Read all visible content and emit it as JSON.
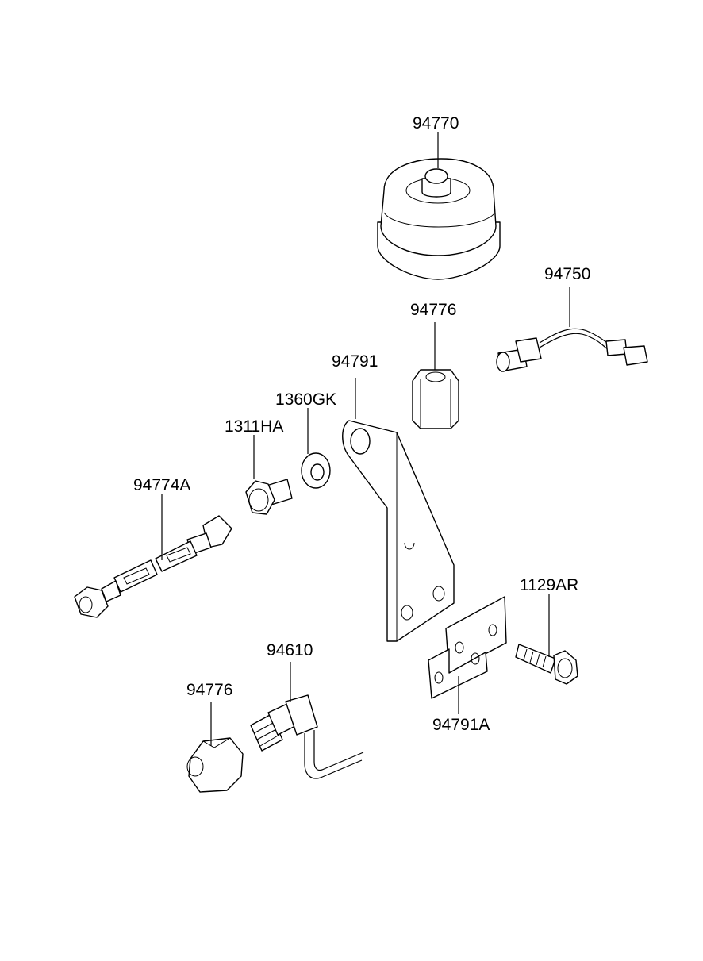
{
  "parts": [
    {
      "number": "94770"
    },
    {
      "number": "94750"
    },
    {
      "number": "94776"
    },
    {
      "number": "94791"
    },
    {
      "number": "1360GK"
    },
    {
      "number": "1311HA"
    },
    {
      "number": "94774A"
    },
    {
      "number": "1129AR"
    },
    {
      "number": "94610"
    },
    {
      "number": "94776"
    },
    {
      "number": "94791A"
    }
  ]
}
